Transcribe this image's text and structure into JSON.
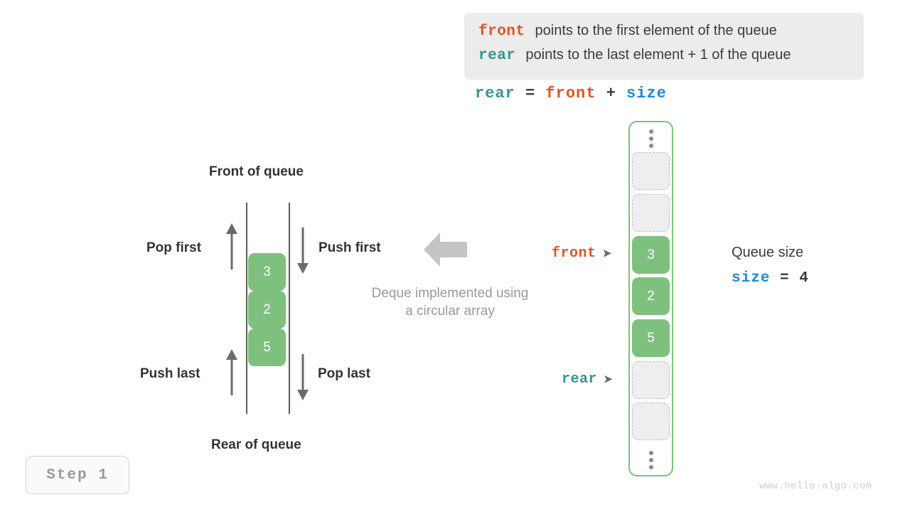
{
  "legend": {
    "lines": [
      {
        "keyword": "front",
        "keyword_color": "#e8521f",
        "text": "points to the first element of the queue"
      },
      {
        "keyword": "rear",
        "keyword_color": "#35968c",
        "text": "points to the last element + 1 of the queue"
      }
    ]
  },
  "formula": {
    "lhs": "rear",
    "eq": "=",
    "rhs1": "front",
    "plus": "+",
    "rhs2": "size"
  },
  "deque_diagram": {
    "top_label": "Front of queue",
    "bottom_label": "Rear of queue",
    "pop_first": "Pop first",
    "push_first": "Push first",
    "push_last": "Push last",
    "pop_last": "Pop last",
    "cells": [
      "3",
      "2",
      "5"
    ],
    "note_line1": "Deque implemented using",
    "note_line2": "a circular array"
  },
  "array": {
    "slots": [
      {
        "value": "",
        "state": "empty"
      },
      {
        "value": "",
        "state": "empty"
      },
      {
        "value": "3",
        "state": "filled"
      },
      {
        "value": "2",
        "state": "filled"
      },
      {
        "value": "5",
        "state": "filled"
      },
      {
        "value": "",
        "state": "empty"
      },
      {
        "value": "",
        "state": "empty"
      }
    ],
    "pointers": {
      "front": "front",
      "rear": "rear",
      "caret": "➤"
    }
  },
  "size_info": {
    "title": "Queue size",
    "name": "size",
    "eq": "=",
    "value": "4"
  },
  "step_badge": "Step 1",
  "watermark": "www.hello-algo.com",
  "colors": {
    "orange": "#e8521f",
    "teal": "#35968c",
    "blue": "#1e88e5",
    "green": "#7ec17e",
    "gray_arrow": "#c4c4c4",
    "legend_bg": "#ececec"
  }
}
